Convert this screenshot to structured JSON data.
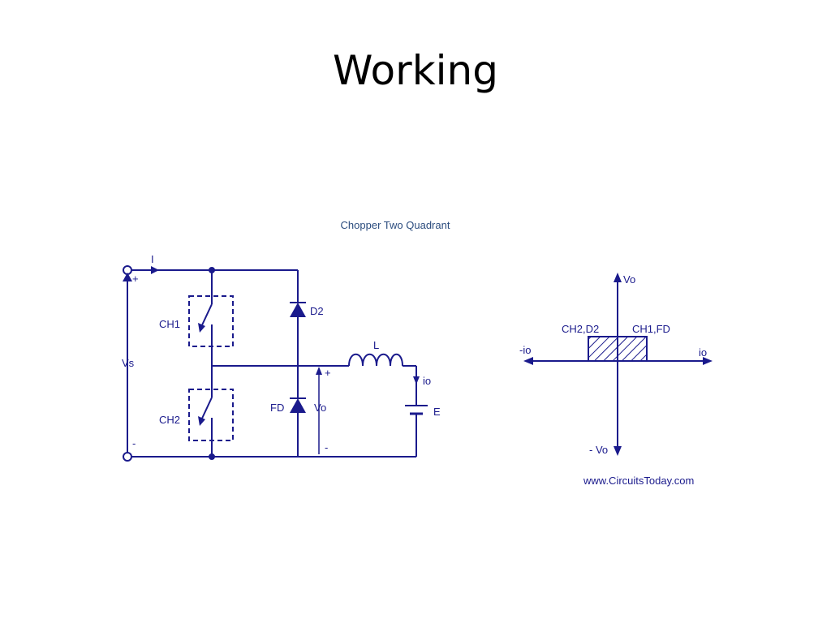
{
  "slide": {
    "title": "Working"
  },
  "figure": {
    "title": "Chopper Two Quadrant",
    "watermark": "www.CircuitsToday.com",
    "color": "#1a1a8c",
    "title_color": "#2b4c7e",
    "circuit": {
      "current_label": "I",
      "source_plus": "+",
      "source_minus": "-",
      "source_label": "Vs",
      "switch1_label": "CH1",
      "switch2_label": "CH2",
      "diode_top_label": "D2",
      "diode_bottom_label": "FD",
      "output_plus": "+",
      "output_minus": "-",
      "output_voltage_label": "Vo",
      "inductor_label": "L",
      "load_current_label": "io",
      "battery_label": "E"
    },
    "quadrant": {
      "v_pos_label": "Vo",
      "v_neg_label": "- Vo",
      "i_pos_label": "io",
      "i_neg_label": "-io",
      "left_region_label": "CH2,D2",
      "right_region_label": "CH1,FD"
    }
  }
}
